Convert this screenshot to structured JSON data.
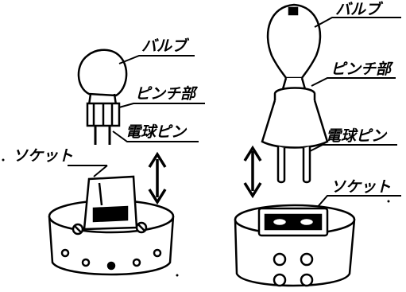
{
  "labels": {
    "left": {
      "bulb": "バルブ",
      "pinch": "ピンチ部",
      "pin": "電球ピン",
      "socket": "ソケット"
    },
    "right": {
      "bulb": "バルブ",
      "pinch": "ピンチ部",
      "pin": "電球ピン",
      "socket": "ソケット"
    }
  },
  "colors": {
    "ink": "#000000",
    "paper": "#ffffff"
  }
}
